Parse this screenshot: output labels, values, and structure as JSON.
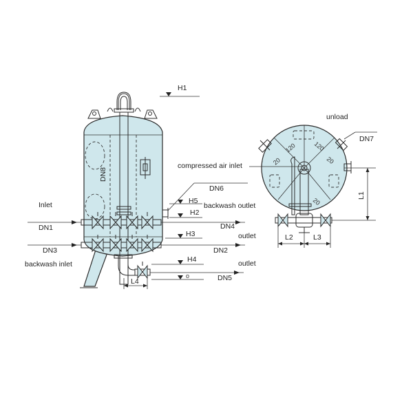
{
  "colors": {
    "vessel_fill": "#cfe7ec",
    "line": "#2a2a2a",
    "background": "#ffffff"
  },
  "labels": {
    "h1": "H1",
    "h2": "H2",
    "h3": "H3",
    "h4": "H4",
    "h5": "H5",
    "dn1": "DN1",
    "dn2": "DN2",
    "dn3": "DN3",
    "dn4": "DN4",
    "dn5": "DN5",
    "dn6": "DN6",
    "dn7": "DN7",
    "dn8": "DN8",
    "l1": "L1",
    "l2": "L2",
    "l3": "L3",
    "l4": "L4",
    "inlet": "Inlet",
    "outlet_upper": "outlet",
    "outlet_lower": "outlet",
    "backwash_inlet": "backwash inlet",
    "backwash_outlet": "backwash outlet",
    "compressed_air_inlet": "compressed air inlet",
    "unload": "unload",
    "angle_left": "120",
    "angle_right": "120",
    "angle_lower_left": "20",
    "angle_lower_right": "20",
    "angle_bottom": "20",
    "small_o": "o"
  }
}
